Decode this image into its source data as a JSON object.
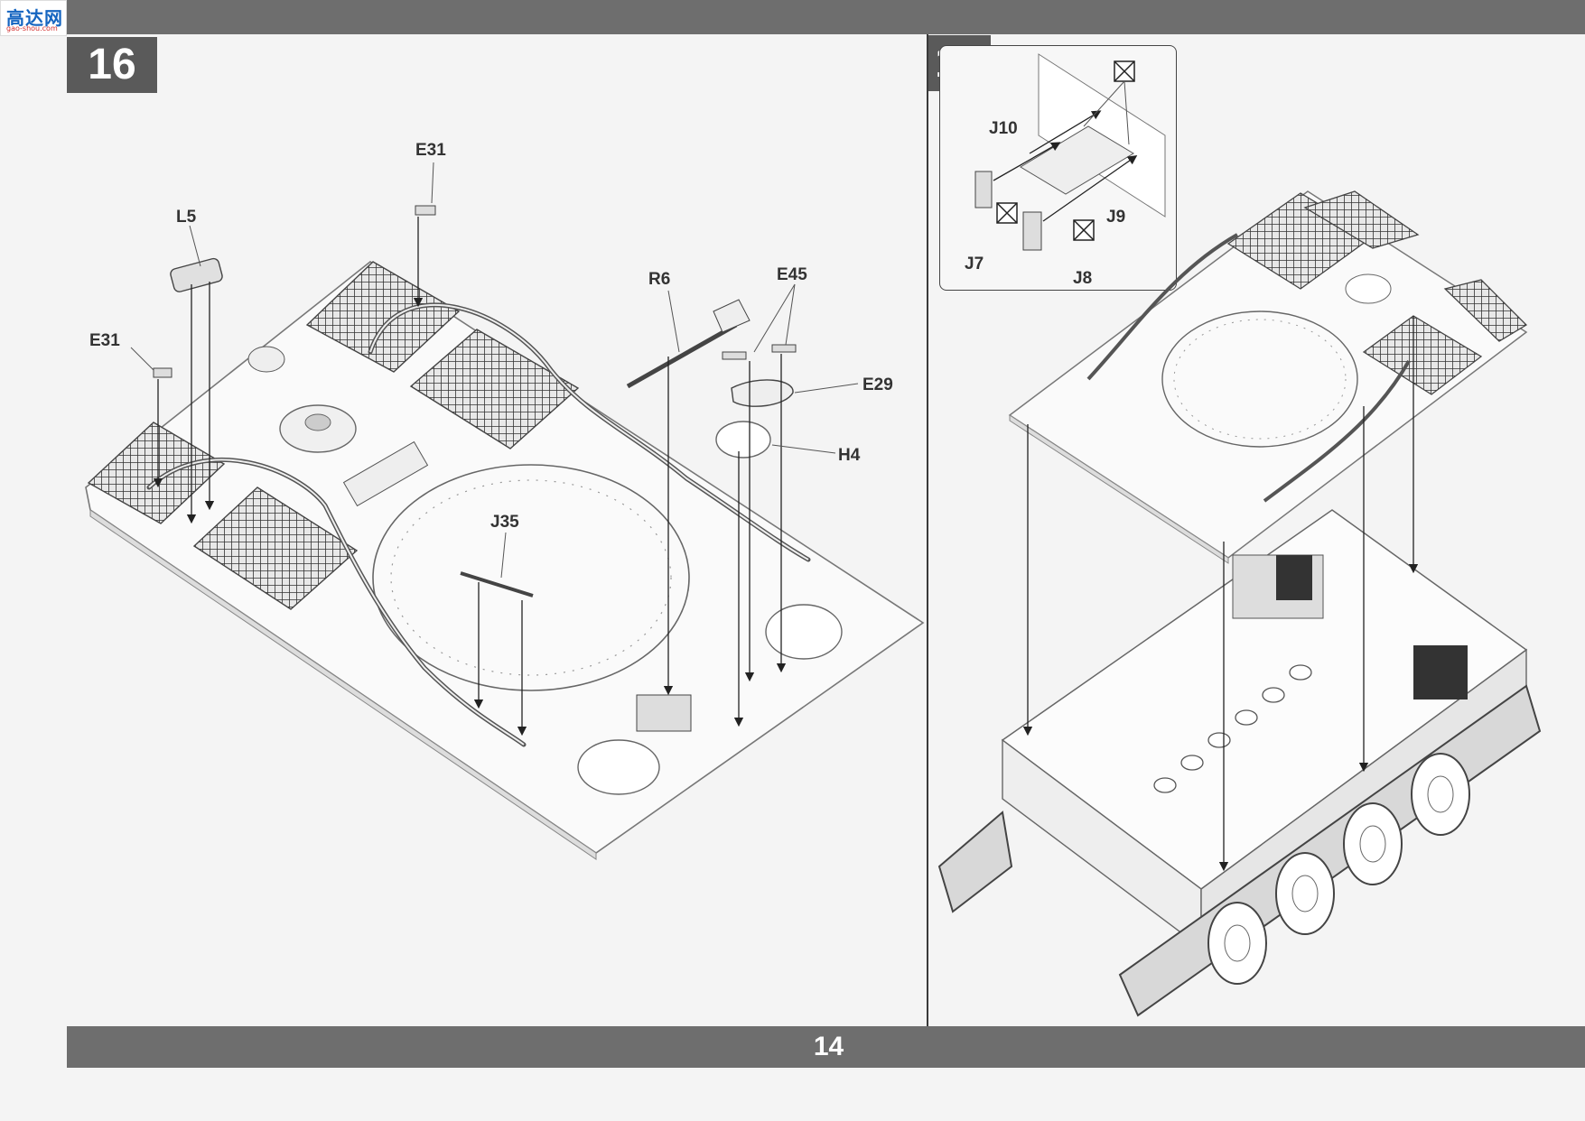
{
  "logo": {
    "text": "高达网",
    "sub": "gao-shou.com"
  },
  "page": {
    "number": "14"
  },
  "steps": [
    {
      "number": "16"
    },
    {
      "number": "17"
    }
  ],
  "step16": {
    "labels": {
      "e31_top": "E31",
      "l5": "L5",
      "e31_left": "E31",
      "r6": "R6",
      "e45": "E45",
      "e29": "E29",
      "h4": "H4",
      "j35": "J35"
    }
  },
  "step17": {
    "labels": {
      "j10": "J10",
      "j9": "J9",
      "j7": "J7",
      "j8": "J8"
    }
  }
}
